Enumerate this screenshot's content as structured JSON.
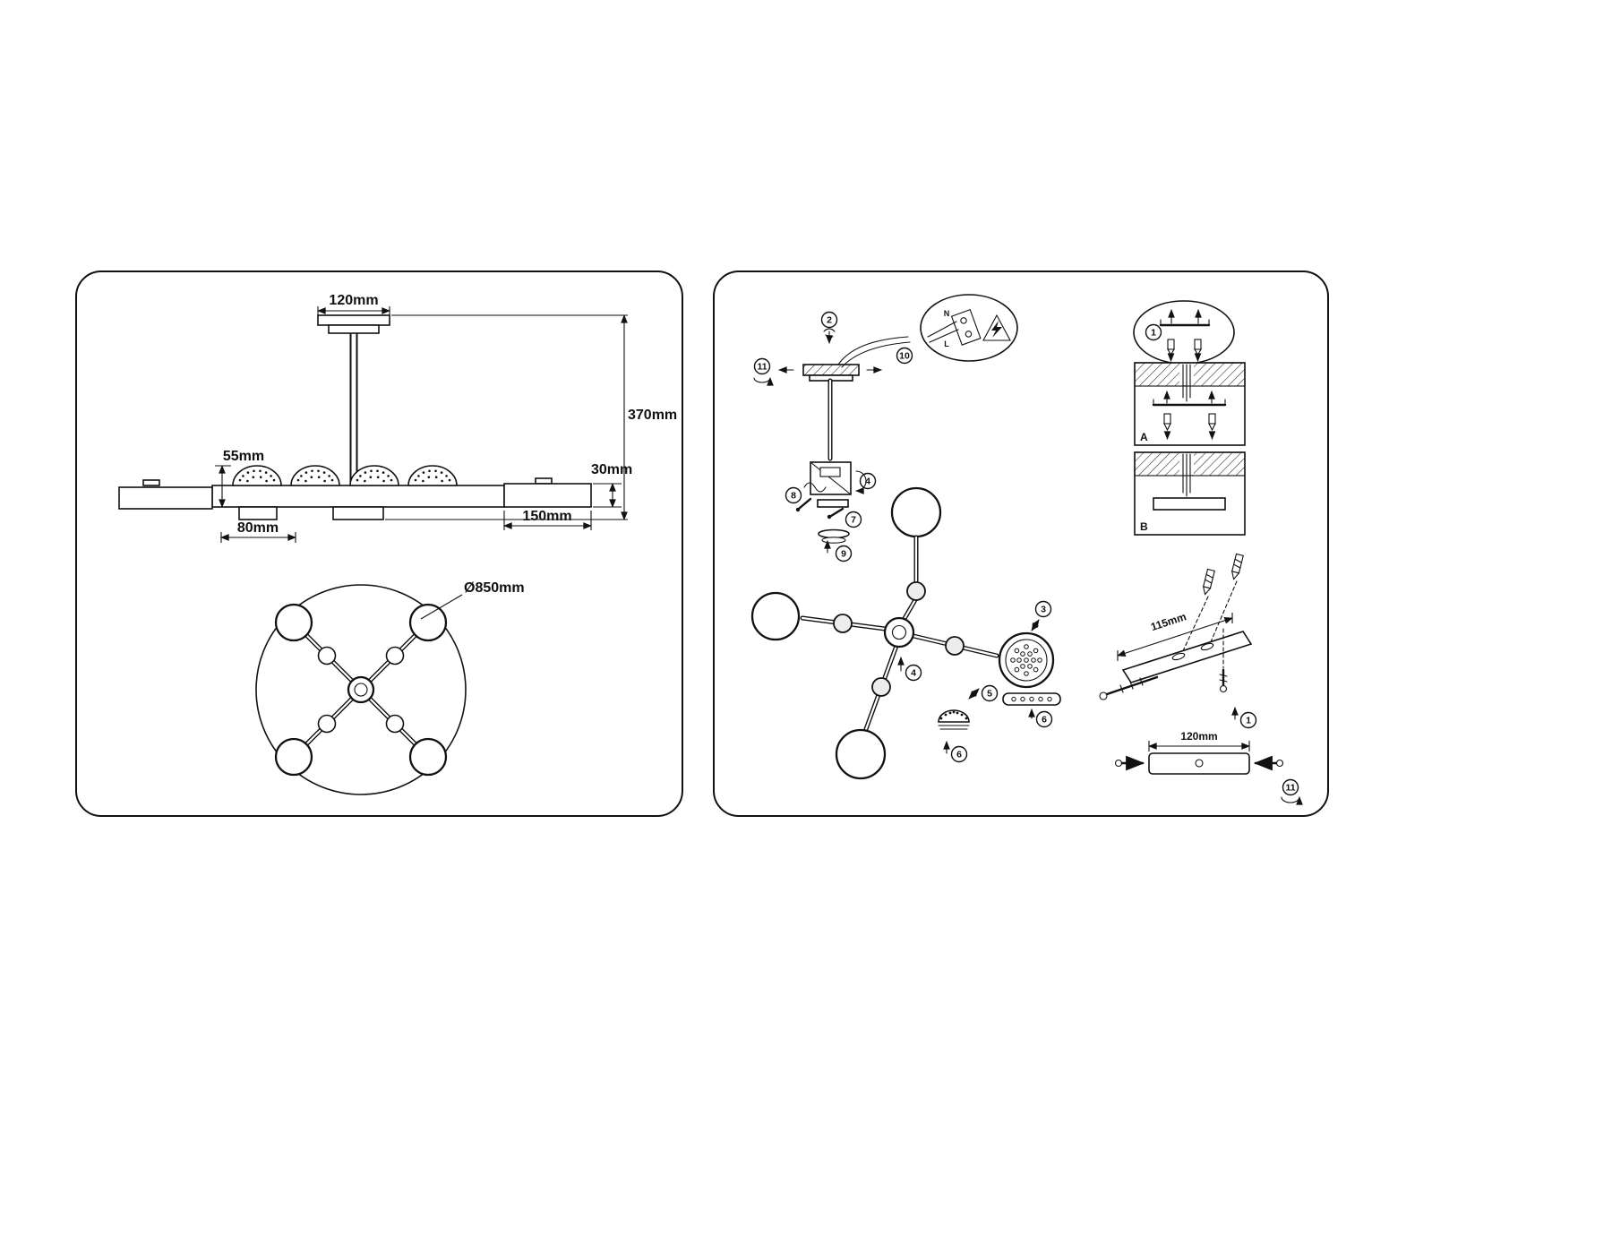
{
  "colors": {
    "ink": "#111111",
    "paper": "#ffffff"
  },
  "left_panel": {
    "side_view": {
      "canopy_width": "120mm",
      "fixture_height": "370mm",
      "shade_height": "55mm",
      "end_cap_height": "30mm",
      "end_arm_length": "150mm",
      "shade_width": "80mm"
    },
    "plan_view": {
      "diameter": "Ø850mm"
    }
  },
  "right_panel": {
    "steps": {
      "n1": "1",
      "n2": "2",
      "n3": "3",
      "n4": "4",
      "n5": "5",
      "n6": "6",
      "n7": "7",
      "n8": "8",
      "n9": "9",
      "n10": "10",
      "n11": "11"
    },
    "wiring": {
      "neutral_label": "N",
      "live_label": "L"
    },
    "mounting": {
      "option_a_label": "A",
      "option_b_label": "B",
      "bracket_length": "115mm",
      "plate_length": "120mm"
    }
  }
}
